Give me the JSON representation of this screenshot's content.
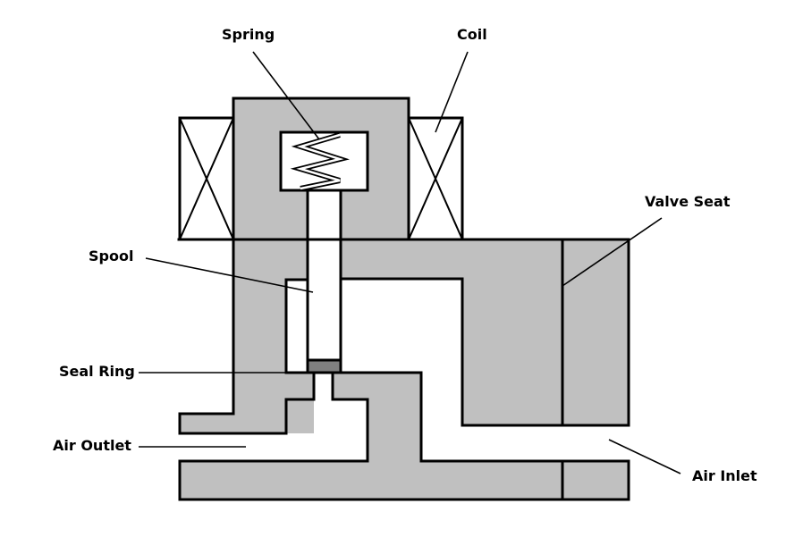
{
  "diagram": {
    "title": "Solenoid valve cross-section",
    "colors": {
      "body": "#c0c0c0",
      "seal_ring": "#808080",
      "outline": "#000000",
      "background": "#ffffff"
    },
    "labels": {
      "spring": "Spring",
      "coil": "Coil",
      "valve_seat": "Valve Seat",
      "spool": "Spool",
      "seal_ring": "Seal Ring",
      "air_outlet": "Air Outlet",
      "air_inlet": "Air Inlet"
    }
  }
}
